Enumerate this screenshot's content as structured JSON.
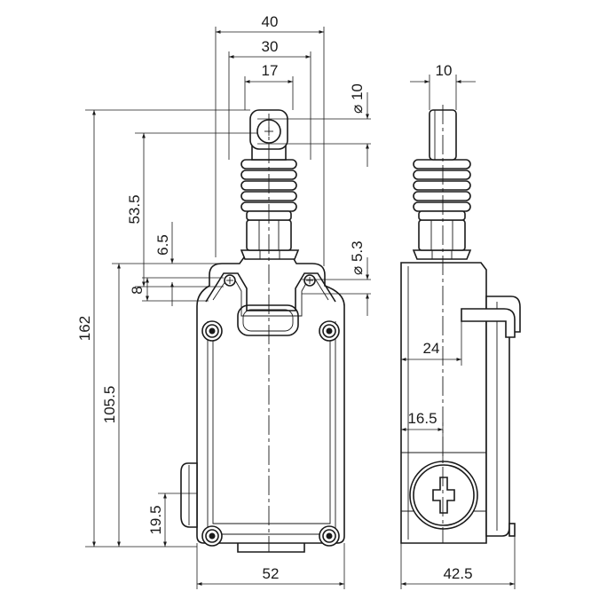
{
  "dimensions": {
    "width_40": "40",
    "width_30": "30",
    "width_17": "17",
    "side_10": "10",
    "dia_10": "⌀ 10",
    "dia_5_3": "⌀ 5.3",
    "height_53_5": "53.5",
    "height_6_5": "6.5",
    "height_8": "8",
    "height_162": "162",
    "height_105_5": "105.5",
    "height_19_5": "19.5",
    "width_52": "52",
    "side_24": "24",
    "side_16_5": "16.5",
    "side_42_5": "42.5"
  }
}
